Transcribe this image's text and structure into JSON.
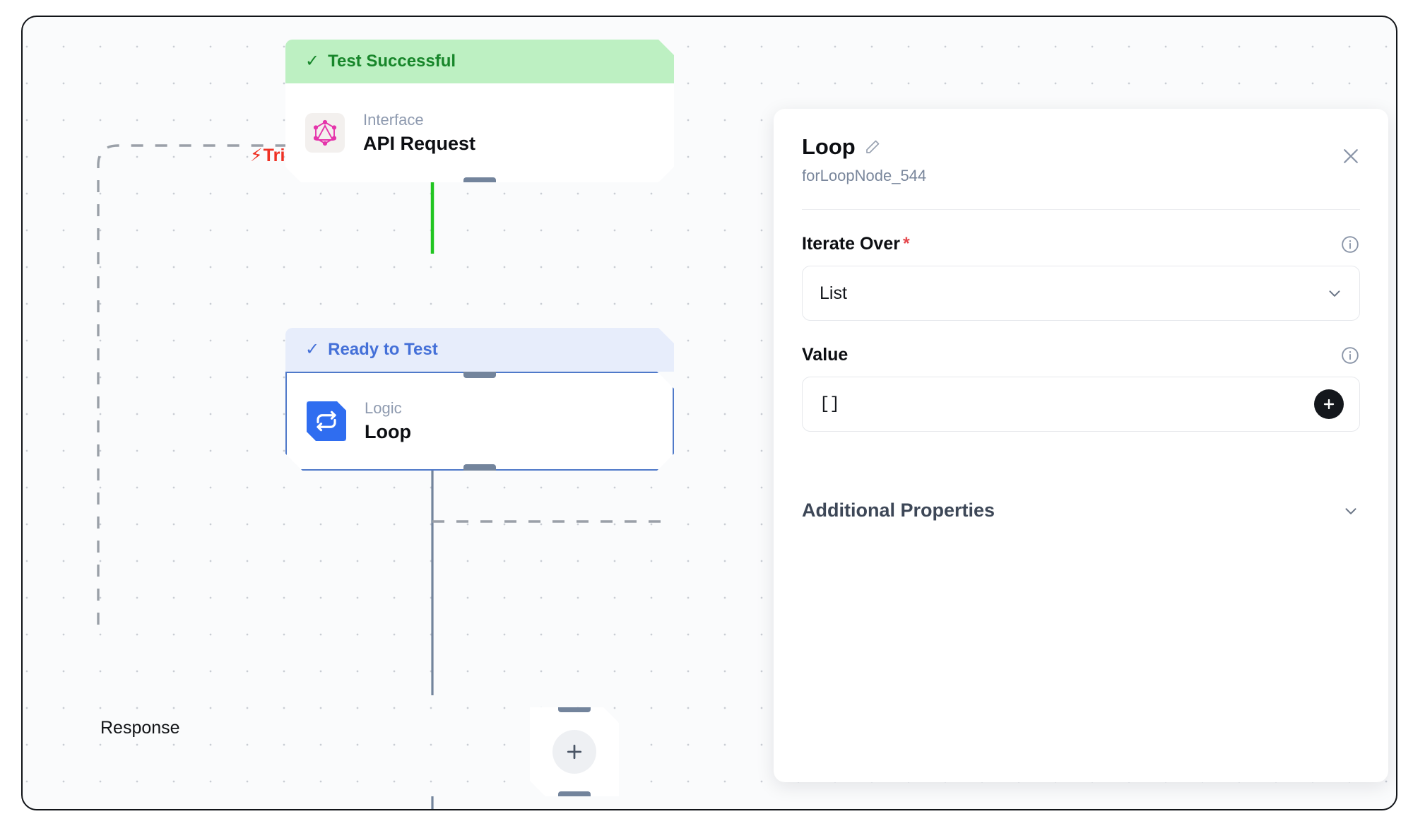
{
  "canvas": {
    "trigger_label": "Trigger",
    "trigger_icon": "lightning-bolt-icon",
    "trigger_color": "#ef3124",
    "response_label": "Response",
    "add_step_icon": "plus-icon"
  },
  "nodes": [
    {
      "status": "Test Successful",
      "status_variant": "success",
      "status_bg": "#bdf0c2",
      "status_fg": "#17862a",
      "check_icon": "check-icon",
      "kind": "Interface",
      "title": "API Request",
      "icon": "graphql-icon"
    },
    {
      "status": "Ready to Test",
      "status_variant": "ready",
      "status_bg": "#e7edfb",
      "status_fg": "#4470d8",
      "check_icon": "check-icon",
      "kind": "Logic",
      "title": "Loop",
      "icon": "loop-icon",
      "selected": true
    }
  ],
  "panel": {
    "title": "Loop",
    "edit_icon": "pencil-icon",
    "subtitle": "forLoopNode_544",
    "close_icon": "close-icon",
    "fields": [
      {
        "label": "Iterate Over",
        "required": true,
        "required_mark": "*",
        "info_icon": "info-icon",
        "control": "select",
        "value": "List",
        "chevron_icon": "chevron-down-icon"
      },
      {
        "label": "Value",
        "required": false,
        "info_icon": "info-icon",
        "control": "text-with-add",
        "value": "[]",
        "add_icon": "plus-icon"
      }
    ],
    "section": {
      "title": "Additional Properties",
      "chevron_icon": "chevron-down-icon"
    }
  }
}
